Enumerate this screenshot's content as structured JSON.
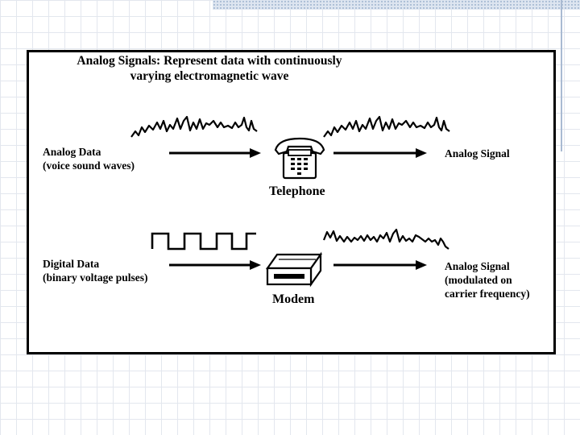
{
  "slide": {
    "title_line1": "Analog Signals: Represent data with continuously",
    "title_line2": "varying electromagnetic wave"
  },
  "rows": [
    {
      "input_label_line1": "Analog Data",
      "input_label_line2": "(voice sound waves)",
      "device_label": "Telephone",
      "device_icon": "telephone-icon",
      "output_label_line1": "Analog Signal"
    },
    {
      "input_label_line1": "Digital Data",
      "input_label_line2": "(binary voltage pulses)",
      "device_label": "Modem",
      "device_icon": "modem-icon",
      "output_label_line1": "Analog Signal",
      "output_label_line2": "(modulated on",
      "output_label_line3": "carrier frequency)"
    }
  ],
  "colors": {
    "ink": "#000000",
    "grid": "#e3e7ee",
    "accent": "#a9bad2"
  }
}
